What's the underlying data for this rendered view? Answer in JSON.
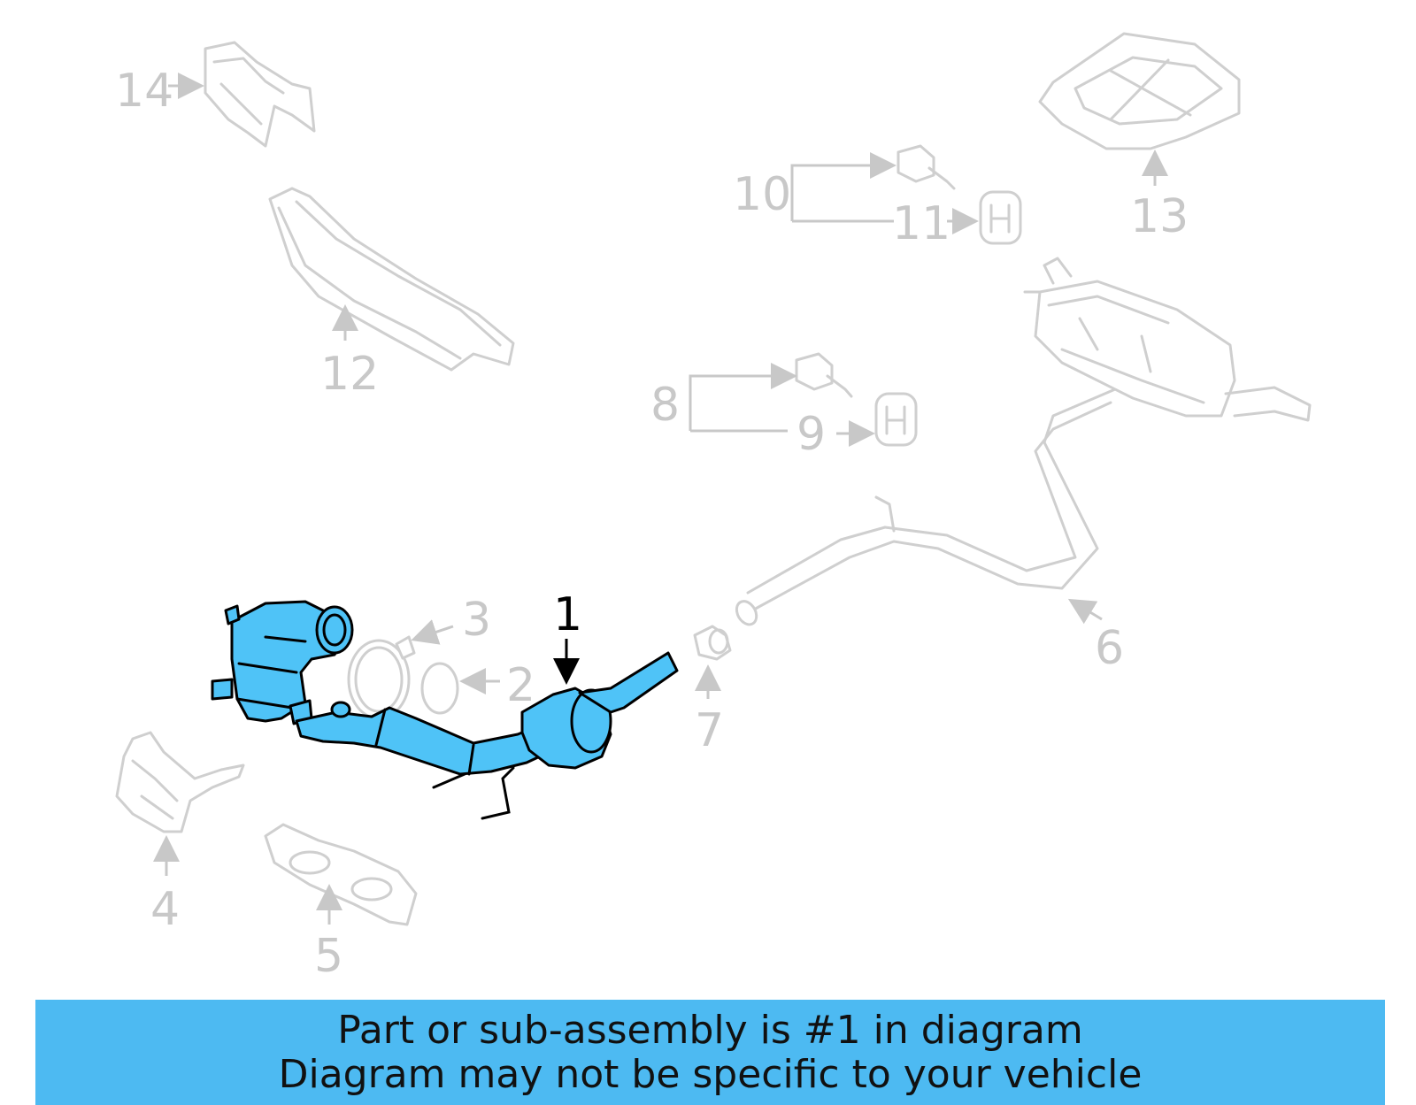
{
  "callouts": {
    "c1": "1",
    "c2": "2",
    "c3": "3",
    "c4": "4",
    "c5": "5",
    "c6": "6",
    "c7": "7",
    "c8": "8",
    "c9": "9",
    "c10": "10",
    "c11": "11",
    "c12": "12",
    "c13": "13",
    "c14": "14"
  },
  "colors": {
    "highlight_part": "#4fc3f7",
    "ghost_part": "#cfcfcf",
    "banner": "#4dbaf2"
  },
  "banner": {
    "line1": "Part or sub-assembly is #1 in diagram",
    "line2": "Diagram may not be specific to your vehicle"
  }
}
